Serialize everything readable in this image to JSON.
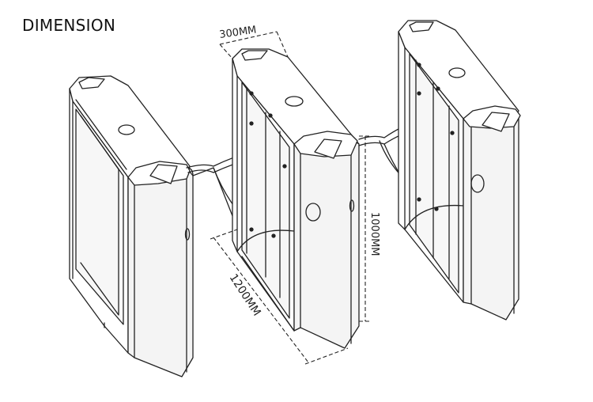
{
  "title": "DIMENSION",
  "dimensions": {
    "width_label": "300MM",
    "height_label": "1000MM",
    "length_label": "1200MM"
  },
  "colors": {
    "line": "#222222",
    "body": "#ffffff",
    "side_shade": "#f4f4f4",
    "dimension_line": "#222222"
  },
  "icons": [
    "card-reader-icon",
    "indicator-light-icon",
    "sensor-icon",
    "swing-flap-icon"
  ]
}
